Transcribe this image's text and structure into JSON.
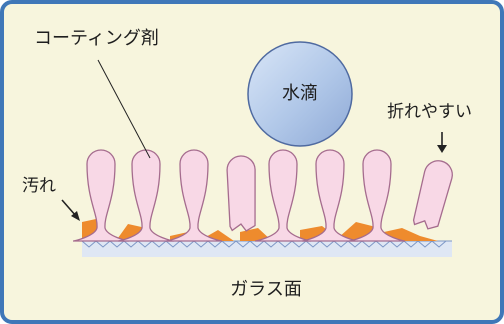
{
  "labels": {
    "coating_agent": "コーティング剤",
    "water_drop": "水滴",
    "fragile": "折れやすい",
    "dirt": "汚れ",
    "glass_surface": "ガラス面"
  },
  "colors": {
    "frame_border": "#3f77b8",
    "panel_bg": "#f7f5dd",
    "glass_fill": "#dfe7f4",
    "glass_edge": "#7d97c6",
    "fiber_fill": "#f8d8e6",
    "fiber_stroke": "#a56c8e",
    "dirt_fill": "#ee8b2d",
    "drop_fill": "#b0c7e8",
    "drop_stroke": "#4f6aa0",
    "line": "#222222"
  },
  "fibers": [
    {
      "id": "fiber-1",
      "state": "upright"
    },
    {
      "id": "fiber-2",
      "state": "upright"
    },
    {
      "id": "fiber-3",
      "state": "upright"
    },
    {
      "id": "fiber-4",
      "state": "broken"
    },
    {
      "id": "fiber-5",
      "state": "upright"
    },
    {
      "id": "fiber-6",
      "state": "upright"
    },
    {
      "id": "fiber-7",
      "state": "upright"
    },
    {
      "id": "fiber-8",
      "state": "broken"
    }
  ]
}
